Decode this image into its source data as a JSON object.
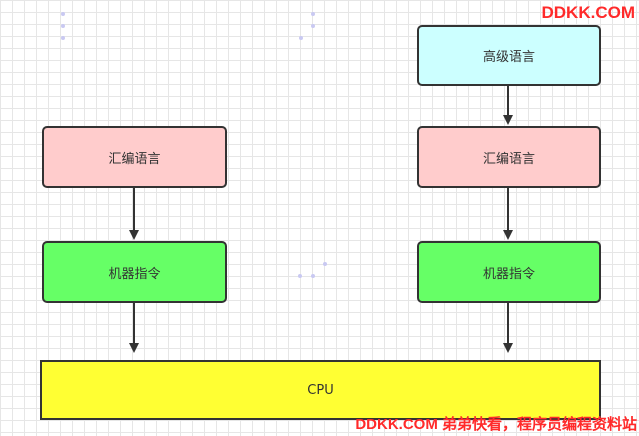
{
  "nodes": {
    "high_level_language": {
      "label": "高级语言",
      "fill": "#ccffff"
    },
    "assembly_left": {
      "label": "汇编语言",
      "fill": "#ffcccc"
    },
    "assembly_right": {
      "label": "汇编语言",
      "fill": "#ffcccc"
    },
    "machine_left": {
      "label": "机器指令",
      "fill": "#66ff66"
    },
    "machine_right": {
      "label": "机器指令",
      "fill": "#66ff66"
    },
    "cpu": {
      "label": "CPU",
      "fill": "#ffff33"
    }
  },
  "edges": [
    {
      "from": "high_level_language",
      "to": "assembly_right"
    },
    {
      "from": "assembly_left",
      "to": "machine_left"
    },
    {
      "from": "assembly_right",
      "to": "machine_right"
    },
    {
      "from": "machine_left",
      "to": "cpu"
    },
    {
      "from": "machine_right",
      "to": "cpu"
    }
  ],
  "watermark": {
    "top": "DDKK.COM",
    "bottom": "DDKK.COM 弟弟快看，程序员编程资料站",
    "color": "#ff2a2a"
  },
  "colors": {
    "border": "#333333",
    "grid": "#e6e6e6"
  }
}
